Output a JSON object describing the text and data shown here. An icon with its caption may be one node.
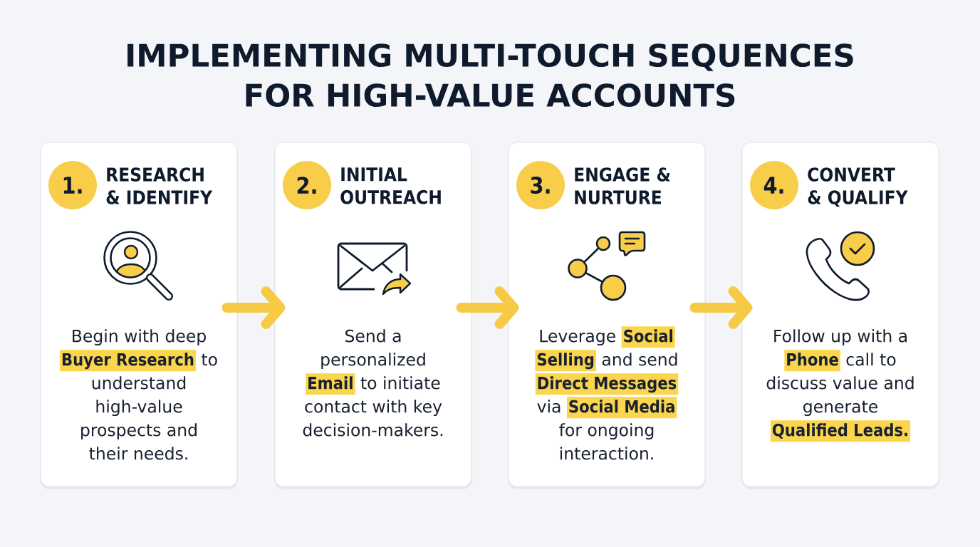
{
  "diagram": {
    "title": "IMPLEMENTING MULTI-TOUCH SEQUENCES FOR HIGH-VALUE ACCOUNTS",
    "nodes": [
      {
        "text": [
          "RESEARCH & IDENTIFY",
          "Begin with deep **Buyer Research** to understand high-value prospects and their needs."
        ]
      },
      {
        "text": [
          "1."
        ],
        "in": 0
      },
      {
        "text": [
          "INITIAL OUTREACH",
          "Send a personalized **Email** to initiate contact with key decision-makers."
        ]
      },
      {
        "text": [
          "2."
        ],
        "in": 2
      },
      {
        "text": [
          "ENGAGE & NURTURE",
          "Leverage **Social** **Selling** and send **Direct Messages** via **Social Media** for ongoing interaction."
        ]
      },
      {
        "text": [
          "3."
        ],
        "in": 4
      },
      {
        "text": [
          "CONVERT & QUALIFY",
          "Follow up with a **Phone** call to discuss value and generate **Qualified Leads.**"
        ]
      },
      {
        "text": [
          "4."
        ],
        "in": 6
      }
    ],
    "edges": [
      {
        "from": 0,
        "to": 2,
        "arrow": "to"
      },
      {
        "from": 2,
        "to": 4,
        "arrow": "to"
      },
      {
        "from": 4,
        "to": 6,
        "arrow": "to"
      }
    ]
  }
}
